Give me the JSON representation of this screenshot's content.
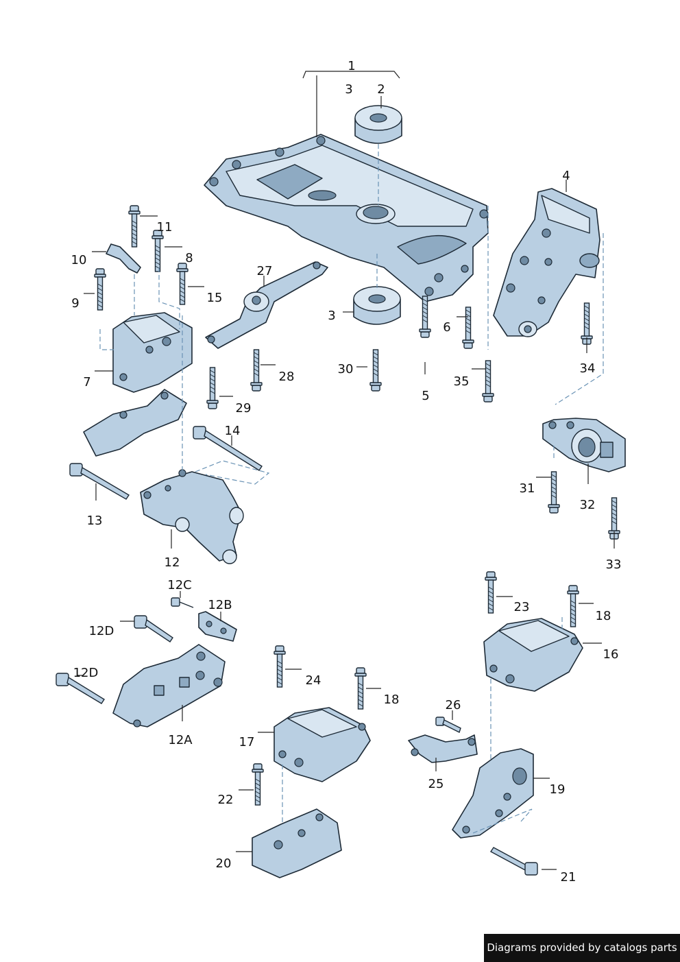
{
  "labels": {
    "l1": "1",
    "l2": "2",
    "l3a": "3",
    "l3b": "3",
    "l4": "4",
    "l5": "5",
    "l6": "6",
    "l7": "7",
    "l8": "8",
    "l9": "9",
    "l10": "10",
    "l11": "11",
    "l12": "12",
    "l12A": "12A",
    "l12B": "12B",
    "l12C": "12C",
    "l12D_a": "12D",
    "l12D_b": "12D",
    "l13": "13",
    "l14": "14",
    "l15": "15",
    "l16": "16",
    "l17": "17",
    "l18a": "18",
    "l18b": "18",
    "l19": "19",
    "l20": "20",
    "l21": "21",
    "l22": "22",
    "l23": "23",
    "l24": "24",
    "l25": "25",
    "l26": "26",
    "l27": "27",
    "l28": "28",
    "l29": "29",
    "l30": "30",
    "l31": "31",
    "l32": "32",
    "l33": "33",
    "l34": "34",
    "l35": "35"
  },
  "footer": {
    "text": "Diagrams provided by catalogs parts"
  }
}
